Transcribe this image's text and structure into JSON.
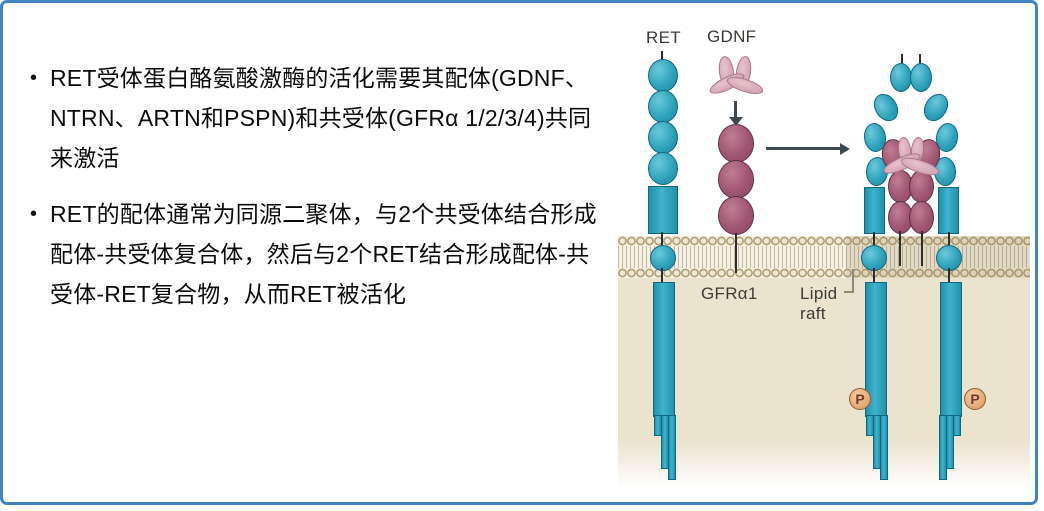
{
  "slide": {
    "border_color": "#4184c2",
    "background_color": "#ffffff"
  },
  "bullets": [
    {
      "marker": "•",
      "text": "RET受体蛋白酪氨酸激酶的活化需要其配体(GDNF、\nNTRN、ARTN和PSPN)和共受体(GFRα 1/2/3/4)共同\n来激活"
    },
    {
      "marker": "•",
      "text": "RET的配体通常为同源二聚体，与2个共受体结合形成\n配体-共受体复合体，然后与2个RET结合形成配体-共\n受体-RET复合物，从而RET被活化"
    }
  ],
  "diagram": {
    "labels": {
      "ret": "RET",
      "gdnf": "GDNF",
      "gfra1": "GFRα1",
      "lipid_raft": "Lipid\nraft",
      "phospho": "P"
    },
    "colors": {
      "receptor_teal": "#2fa3bc",
      "receptor_teal_dark": "#0e6a81",
      "coreceptor_maroon": "#a05570",
      "ligand_pink": "#d5a4b3",
      "membrane_head": "#af9d74",
      "cytoplasm_beige": "#ece3cf",
      "phospho_fill": "#e3a670",
      "arrow": "#3d4a52"
    }
  }
}
